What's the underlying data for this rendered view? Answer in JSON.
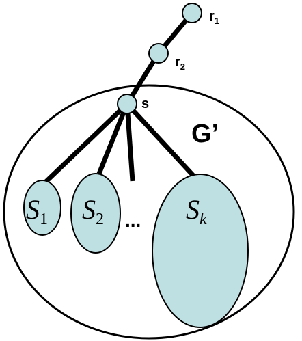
{
  "colors": {
    "node_fill": "#bfe0e3",
    "stroke": "#000000",
    "background": "#ffffff"
  },
  "nodes": {
    "r1": {
      "label": "r",
      "sub": "1"
    },
    "r2": {
      "label": "r",
      "sub": "2"
    },
    "s": {
      "label": "s"
    }
  },
  "graph_label": "G’",
  "subsets": [
    {
      "label": "S",
      "sub": "1"
    },
    {
      "label": "S",
      "sub": "2"
    },
    {
      "label": "S",
      "sub": "k"
    }
  ],
  "ellipsis": "..."
}
